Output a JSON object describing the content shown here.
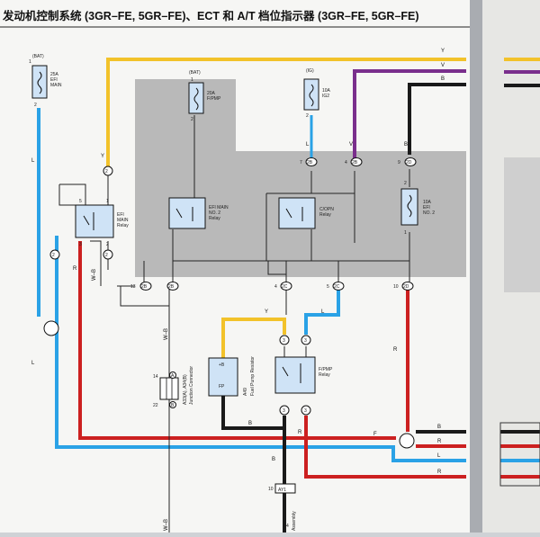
{
  "page": {
    "title": "发动机控制系统 (3GR–FE, 5GR–FE)、ECT 和 A/T 档位指示器 (3GR–FE, 5GR–FE)"
  },
  "colors": {
    "yellow": "#f2c22a",
    "violet": "#7a2f8c",
    "black": "#1a1a1a",
    "blue": "#2aa2e6",
    "red": "#cc2020",
    "shade": "#b7b7b7"
  },
  "components": {
    "efi_main_fuse": {
      "source": "(BAT)",
      "rating": "25A",
      "name1": "EFI",
      "name2": "MAIN",
      "pin_top": "1",
      "pin_bottom": "2"
    },
    "fpmp_fuse": {
      "source": "(BAT)",
      "rating": "20A",
      "name": "F/PMP",
      "pin_top": "1",
      "pin_bottom": "2"
    },
    "ig2_fuse": {
      "source": "(IG)",
      "rating": "10A",
      "name": "IG2",
      "pin_top": "1",
      "pin_bottom": "2"
    },
    "efi_no2_fuse": {
      "rating": "10A",
      "name1": "EFI",
      "name2": "NO. 2",
      "pin_top": "2",
      "pin_bottom": "1"
    },
    "efi_main_relay": {
      "name1": "EFI",
      "name2": "MAIN",
      "name3": "Relay",
      "pins": [
        "5",
        "1",
        "3",
        "2"
      ]
    },
    "efi_main_no2_relay": {
      "name1": "EFI MAIN",
      "name2": "NO. 2",
      "name3": "Relay"
    },
    "copn_relay": {
      "name1": "C/OPN",
      "name2": "Relay"
    },
    "fuel_pump_resistor": {
      "code": "A49",
      "name": "Fuel Pump Resistor",
      "pin_top": "+B",
      "pin_bottom": "FP"
    },
    "fpmp_relay": {
      "name1": "F/PMP",
      "name2": "Relay"
    },
    "junction_connector": {
      "code": "A33(A), A34(B)",
      "name": "Junction Connector",
      "pin_top": "14",
      "pin_bottom": "22",
      "conn_top": "A",
      "conn_bottom": "B"
    },
    "ay1": {
      "label": "AY1",
      "pin": "10",
      "pin_bottom": "4",
      "tail": "Assembly"
    }
  },
  "connectors": [
    {
      "label": "2",
      "pin": ""
    },
    {
      "label": "2",
      "pin": ""
    },
    {
      "label": "2",
      "pin": ""
    },
    {
      "label": "2B",
      "pin": "7"
    },
    {
      "label": "2B",
      "pin": "4"
    },
    {
      "label": "2D",
      "pin": "9"
    },
    {
      "label": "2B",
      "pin": "13"
    },
    {
      "label": "2B",
      "pin": ""
    },
    {
      "label": "2C",
      "pin": "4"
    },
    {
      "label": "2C",
      "pin": "5"
    },
    {
      "label": "2D",
      "pin": "10"
    },
    {
      "label": "3",
      "pin": ""
    },
    {
      "label": "3",
      "pin": ""
    },
    {
      "label": "3",
      "pin": ""
    },
    {
      "label": "3",
      "pin": ""
    }
  ],
  "wire_labels": {
    "y": "Y",
    "v": "V",
    "b": "B",
    "l": "L",
    "r": "R",
    "wb": "W–B",
    "f": "F"
  }
}
